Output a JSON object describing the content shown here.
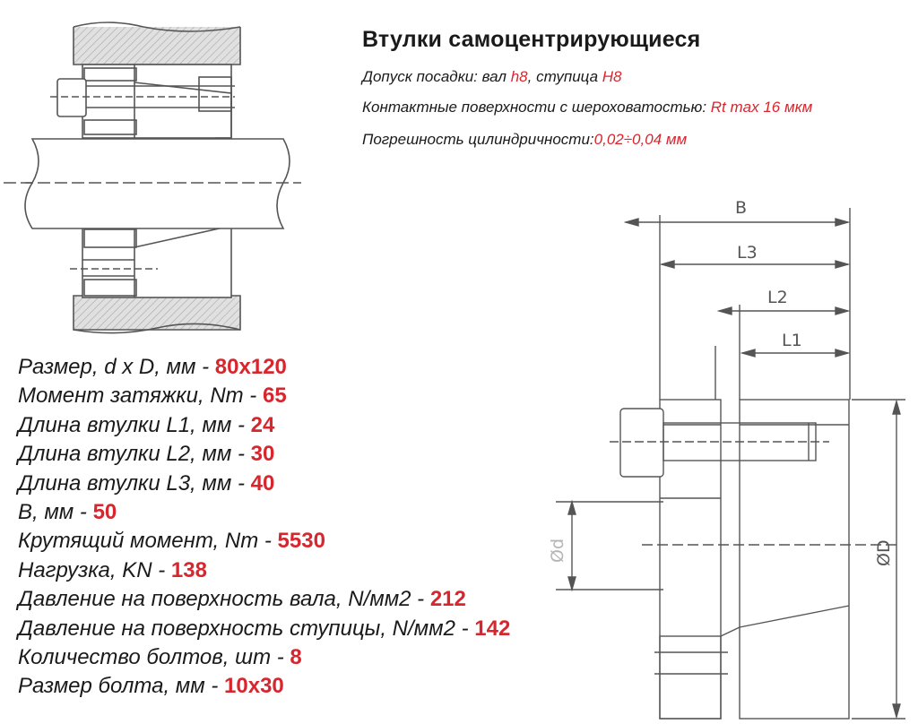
{
  "header": {
    "title": "Втулки самоцентрирующиеся",
    "tolerance": {
      "label": "Допуск посадки: вал ",
      "shaft": "h8",
      "sep": ", ступица ",
      "hub": "H8"
    },
    "roughness": {
      "label": "Контактные поверхности с шероховатостью: ",
      "value": "Rt max 16 мкм"
    },
    "cylindricity": {
      "label": "Погрешность цилиндричности:",
      "value": "0,02÷0,04 мм"
    }
  },
  "params": [
    {
      "label": "Размер, d x D, мм - ",
      "value": "80x120"
    },
    {
      "label": "Момент затяжки, Nm - ",
      "value": "65"
    },
    {
      "label": "Длина втулки L1, мм - ",
      "value": "24"
    },
    {
      "label": "Длина втулки L2, мм - ",
      "value": "30"
    },
    {
      "label": "Длина втулки L3, мм - ",
      "value": "40"
    },
    {
      "label": "B, мм - ",
      "value": "50"
    },
    {
      "label": "Крутящий момент, Nm - ",
      "value": "5530"
    },
    {
      "label": "Нагрузка, KN - ",
      "value": "138"
    },
    {
      "label": "Давление на поверхность вала, N/мм2 - ",
      "value": "212"
    },
    {
      "label": "Давление на поверхность ступицы, N/мм2 - ",
      "value": "142"
    },
    {
      "label": "Количество болтов, шт - ",
      "value": "8"
    },
    {
      "label": "Размер болта, мм - ",
      "value": "10x30"
    }
  ],
  "drawing": {
    "dim_B": "B",
    "dim_L3": "L3",
    "dim_L2": "L2",
    "dim_L1": "L1",
    "dim_d": "Ød",
    "dim_D": "ØD"
  },
  "colors": {
    "accent": "#d7262e",
    "hatch": "#c9c9c9",
    "line": "#555555"
  }
}
